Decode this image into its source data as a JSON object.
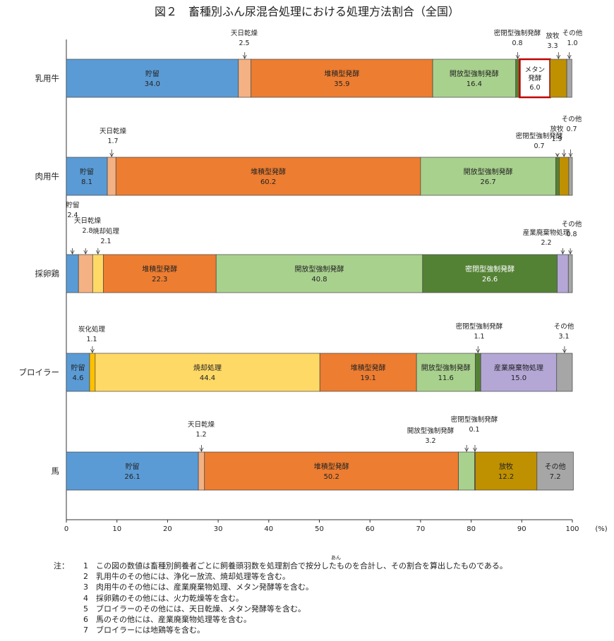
{
  "chart_data": {
    "type": "bar",
    "orientation": "horizontal-stacked-100",
    "title": "図２　畜種別ふん尿混合処理における処理方法割合（全国）",
    "x_unit": "(%)",
    "x_ticks": [
      "0",
      "10",
      "20",
      "30",
      "40",
      "50",
      "60",
      "70",
      "80",
      "90",
      "100"
    ],
    "xlim": [
      0,
      100
    ],
    "grid": false,
    "colors": {
      "貯留": "#5b9bd5",
      "天日乾燥": "#f4b183",
      "炭化処理": "#ffc000",
      "焼却処理": "#ffd966",
      "堆積型発酵": "#ed7d31",
      "開放型強制発酵": "#a9d18e",
      "密閉型強制発酵": "#548235",
      "メタン発酵": "#c00000",
      "放牧": "#bf9000",
      "産業廃棄物処理": "#b4a7d6",
      "その他": "#a6a6a6"
    },
    "categories": [
      "乳用牛",
      "肉用牛",
      "採卵鶏",
      "ブロイラー",
      "馬"
    ],
    "rows": [
      {
        "name": "乳用牛",
        "segments": [
          {
            "label": "貯留",
            "value": "34.0",
            "inside": true
          },
          {
            "label": "天日乾燥",
            "value": "2.5",
            "inside": false
          },
          {
            "label": "堆積型発酵",
            "value": "35.9",
            "inside": true
          },
          {
            "label": "開放型強制発酵",
            "value": "16.4",
            "inside": true
          },
          {
            "label": "密閉型強制発酵",
            "value": "0.8",
            "inside": false
          },
          {
            "label": "メタン発酵",
            "value": "6.0",
            "inside": true
          },
          {
            "label": "放牧",
            "value": "3.3",
            "inside": false
          },
          {
            "label": "その他",
            "value": "1.0",
            "inside": false
          }
        ]
      },
      {
        "name": "肉用牛",
        "segments": [
          {
            "label": "貯留",
            "value": "8.1",
            "inside": true
          },
          {
            "label": "天日乾燥",
            "value": "1.7",
            "inside": false
          },
          {
            "label": "堆積型発酵",
            "value": "60.2",
            "inside": true
          },
          {
            "label": "開放型強制発酵",
            "value": "26.7",
            "inside": true
          },
          {
            "label": "密閉型強制発酵",
            "value": "0.7",
            "inside": false
          },
          {
            "label": "放牧",
            "value": "1.9",
            "inside": false
          },
          {
            "label": "その他",
            "value": "0.7",
            "inside": false
          }
        ]
      },
      {
        "name": "採卵鶏",
        "segments": [
          {
            "label": "貯留",
            "value": "2.4",
            "inside": false
          },
          {
            "label": "天日乾燥",
            "value": "2.8",
            "inside": false
          },
          {
            "label": "焼却処理",
            "value": "2.1",
            "inside": false
          },
          {
            "label": "堆積型発酵",
            "value": "22.3",
            "inside": true
          },
          {
            "label": "開放型強制発酵",
            "value": "40.8",
            "inside": true
          },
          {
            "label": "密閉型強制発酵",
            "value": "26.6",
            "inside": true
          },
          {
            "label": "産業廃棄物処理",
            "value": "2.2",
            "inside": false
          },
          {
            "label": "その他",
            "value": "0.8",
            "inside": false
          }
        ]
      },
      {
        "name": "ブロイラー",
        "segments": [
          {
            "label": "貯留",
            "value": "4.6",
            "inside": true
          },
          {
            "label": "炭化処理",
            "value": "1.1",
            "inside": false
          },
          {
            "label": "焼却処理",
            "value": "44.4",
            "inside": true
          },
          {
            "label": "堆積型発酵",
            "value": "19.1",
            "inside": true
          },
          {
            "label": "開放型強制発酵",
            "value": "11.6",
            "inside": true
          },
          {
            "label": "密閉型強制発酵",
            "value": "1.1",
            "inside": false
          },
          {
            "label": "産業廃棄物処理",
            "value": "15.0",
            "inside": true
          },
          {
            "label": "その他",
            "value": "3.1",
            "inside": false
          }
        ]
      },
      {
        "name": "馬",
        "segments": [
          {
            "label": "貯留",
            "value": "26.1",
            "inside": true
          },
          {
            "label": "天日乾燥",
            "value": "1.2",
            "inside": false
          },
          {
            "label": "堆積型発酵",
            "value": "50.2",
            "inside": true
          },
          {
            "label": "開放型強制発酵",
            "value": "3.2",
            "inside": false
          },
          {
            "label": "密閉型強制発酵",
            "value": "0.1",
            "inside": false
          },
          {
            "label": "放牧",
            "value": "12.2",
            "inside": true
          },
          {
            "label": "その他",
            "value": "7.2",
            "inside": true
          }
        ]
      }
    ]
  },
  "notes": {
    "prefix": "注：",
    "ruby": "あん",
    "items": [
      {
        "num": "1",
        "text": "この図の数値は畜種別飼養者ごとに飼養頭羽数を処理割合で按分したものを合計し、その割合を算出したものである。"
      },
      {
        "num": "2",
        "text": "乳用牛のその他には、浄化ー放流、焼却処理等を含む。"
      },
      {
        "num": "3",
        "text": "肉用牛のその他には、産業廃棄物処理、メタン発酵等を含む。"
      },
      {
        "num": "4",
        "text": "採卵鶏のその他には、火力乾燥等を含む。"
      },
      {
        "num": "5",
        "text": "ブロイラーのその他には、天日乾燥、メタン発酵等を含む。"
      },
      {
        "num": "6",
        "text": "馬のその他には、産業廃棄物処理等を含む。"
      },
      {
        "num": "7",
        "text": "ブロイラーには地鶏等を含む。"
      }
    ]
  }
}
